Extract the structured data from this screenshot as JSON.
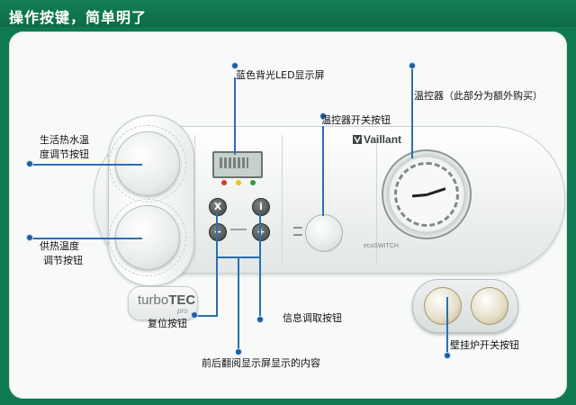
{
  "header": {
    "title": "操作按键，简单明了"
  },
  "labels": {
    "lcd_screen": "蓝色背光LED显示屏",
    "thermostat": "温控器（此部分为额外购买）",
    "thermostat_switch": "温控器开关按钮",
    "hot_water_line1": "生活热水温",
    "hot_water_line2": "度调节按钮",
    "heating_line1": "供热温度",
    "heating_line2": "调节按钮",
    "reset": "复位按钮",
    "info": "信息调取按钮",
    "scroll_display": "前后翻阅显示屏显示的内容",
    "wall_switch": "壁挂炉开关按钮"
  },
  "device": {
    "brand": "Vaillant",
    "eco_mark": "ecoSWITCH",
    "logo_main": "turbo",
    "logo_bold": "TEC",
    "logo_sub": "pro",
    "button_reset_symbol": "X",
    "button_info_symbol": "i",
    "button_minus_symbol": "−",
    "button_plus_symbol": "+"
  },
  "colors": {
    "header_bg": "#0f7a52",
    "pointer": "#2a6fb0",
    "led_red": "#d33a2c",
    "led_yellow": "#e8c21c",
    "led_green": "#2e9e3c"
  },
  "icons": [
    "reset-button-icon",
    "info-button-icon",
    "minus-button-icon",
    "plus-button-icon",
    "vaillant-logo-icon"
  ]
}
